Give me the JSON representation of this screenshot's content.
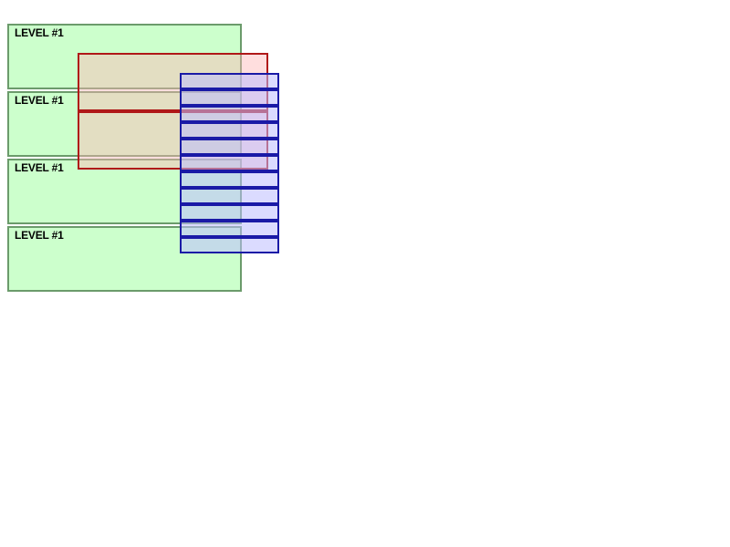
{
  "levels": [
    {
      "label": "LEVEL #1"
    },
    {
      "label": "LEVEL #1"
    },
    {
      "label": "LEVEL #1"
    },
    {
      "label": "LEVEL #1"
    }
  ],
  "red_box_count": 2,
  "blue_box_count": 11,
  "colors": {
    "level_fill": "#ccffcc",
    "level_border": "#6b9b6b",
    "red_border": "#b01818",
    "blue_border": "#1a1aa6"
  }
}
